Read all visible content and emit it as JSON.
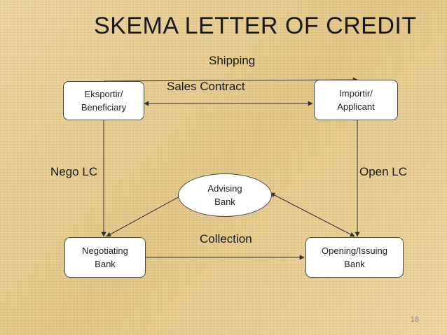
{
  "title": "SKEMA LETTER OF CREDIT",
  "nodes": {
    "exporter": {
      "line1": "Eksportir/",
      "line2": "Beneficiary"
    },
    "importer": {
      "line1": "Importir/",
      "line2": "Applicant"
    },
    "advising": {
      "line1": "Advising",
      "line2": "Bank"
    },
    "negotiating": {
      "line1": "Negotiating",
      "line2": "Bank"
    },
    "issuing": {
      "line1": "Opening/Issuing",
      "line2": "Bank"
    }
  },
  "edge_labels": {
    "shipping": "Shipping",
    "sales_contract": "Sales Contract",
    "nego_lc": "Nego LC",
    "open_lc": "Open LC",
    "collection": "Collection"
  },
  "page_number": "18",
  "colors": {
    "background": "#e6cf95",
    "node_fill": "#ffffff",
    "node_border": "#4a4a4a",
    "edge": "#333333"
  }
}
